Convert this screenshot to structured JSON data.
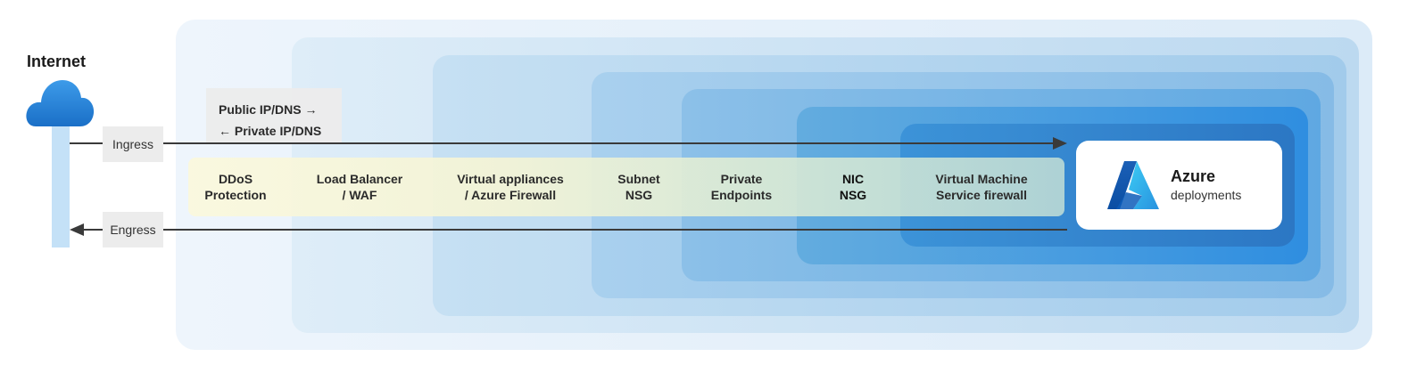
{
  "internet": {
    "title": "Internet"
  },
  "flows": {
    "ingress": "Ingress",
    "egress": "Engress"
  },
  "dns": {
    "line1": "Public IP/DNS →",
    "line2": "← Private IP/DNS"
  },
  "stages": [
    {
      "line1": "DDoS",
      "line2": "Protection"
    },
    {
      "line1": "Load Balancer",
      "line2": "/ WAF"
    },
    {
      "line1": "Virtual appliances",
      "line2": "/ Azure Firewall"
    },
    {
      "line1": "Subnet",
      "line2": "NSG"
    },
    {
      "line1": "Private",
      "line2": "Endpoints"
    },
    {
      "line1": "NIC",
      "line2": "NSG"
    },
    {
      "line1": "Virtual Machine",
      "line2": "Service firewall"
    }
  ],
  "azure": {
    "title": "Azure",
    "subtitle": "deployments"
  },
  "colors": {
    "arrow": "#3a3a3a",
    "cloud": "#1f7ad6",
    "azure_logo": "#0a66c8"
  }
}
